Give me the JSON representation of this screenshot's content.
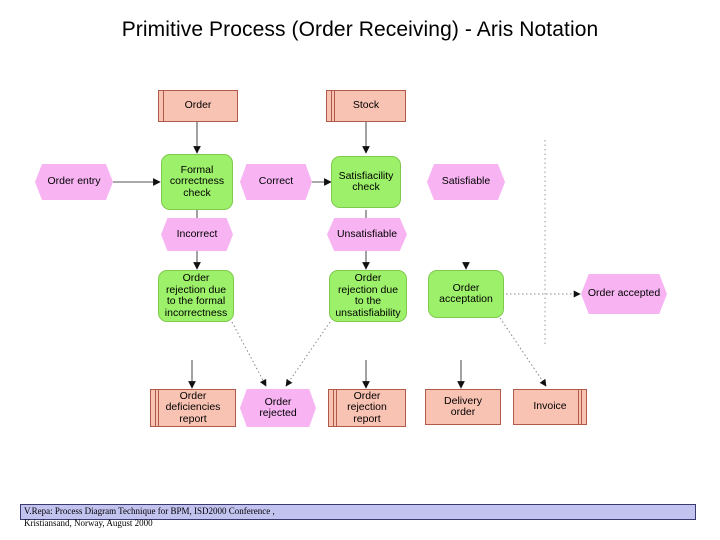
{
  "slide": {
    "title": "Primitive Process (Order Receiving) - Aris Notation",
    "background": "#ffffff"
  },
  "palette": {
    "data_fill": "#f9c3b3",
    "data_stroke": "#b05a4a",
    "function_fill": "#9cf06a",
    "function_stroke": "#7fc94f",
    "event_fill": "#f7b3f2",
    "connector": "#555555",
    "footer_band": "#c3c3f0",
    "footer_border": "#3a3a6e"
  },
  "nodes": {
    "order_data": {
      "label": "Order",
      "type": "data-object"
    },
    "stock_data": {
      "label": "Stock",
      "type": "data-object"
    },
    "order_entry": {
      "label": "Order entry",
      "type": "event"
    },
    "formal_check": {
      "label": "Formal correctness check",
      "type": "function"
    },
    "correct": {
      "label": "Correct",
      "type": "event"
    },
    "satisfiacility_check": {
      "label": "Satisfiacility check",
      "type": "function"
    },
    "satisfiable": {
      "label": "Satisfiable",
      "type": "event"
    },
    "incorrect": {
      "label": "Incorrect",
      "type": "event"
    },
    "unsatisfiable": {
      "label": "Unsatisfiable",
      "type": "event"
    },
    "rejection_formal": {
      "label": "Order rejection due to the formal incorrectness",
      "type": "function"
    },
    "rejection_unsat": {
      "label": "Order rejection due to the unsatisfiability",
      "type": "function"
    },
    "order_acceptation": {
      "label": "Order acceptation",
      "type": "function"
    },
    "order_accepted": {
      "label": "Order accepted",
      "type": "event"
    },
    "deficiencies_report": {
      "label": "Order deficiencies report",
      "type": "data-object"
    },
    "order_rejected": {
      "label": "Order rejected",
      "type": "event"
    },
    "rejection_report": {
      "label": "Order rejection report",
      "type": "data-object"
    },
    "delivery_order": {
      "label": "Delivery order",
      "type": "data-object"
    },
    "invoice": {
      "label": "Invoice",
      "type": "data-object"
    }
  },
  "footer": {
    "line1": "V.Repa: Process Diagram Technique for BPM, ISD2000 Conference ,",
    "line2": "Kristiansand, Norway, August 2000"
  }
}
